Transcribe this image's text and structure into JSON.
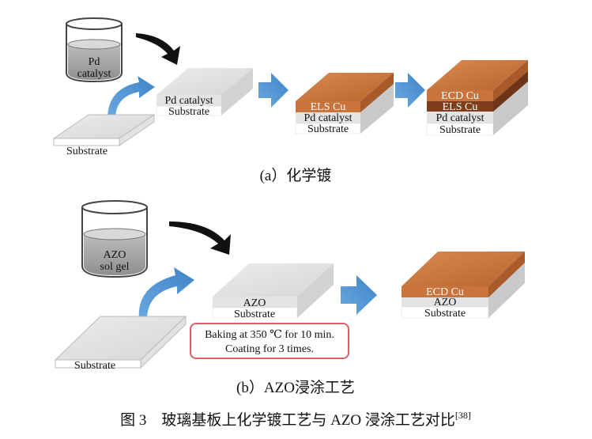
{
  "panel_a": {
    "beaker": [
      "Pd",
      "catalyst"
    ],
    "substrate_label": "Substrate",
    "step2": [
      "Pd catalyst",
      "Substrate"
    ],
    "step3": [
      "ELS Cu",
      "Pd catalyst",
      "Substrate"
    ],
    "step4": [
      "ECD Cu",
      "ELS Cu",
      "Pd catalyst",
      "Substrate"
    ],
    "caption": "(a）化学镀"
  },
  "panel_b": {
    "beaker": [
      "AZO",
      "sol gel"
    ],
    "substrate_label": "Substrate",
    "step2": [
      "AZO",
      "Substrate"
    ],
    "note": [
      "Baking at 350 ℃ for 10 min.",
      "Coating for 3 times."
    ],
    "step3": [
      "ECD Cu",
      "AZO",
      "Substrate"
    ],
    "caption": "(b）AZO浸涂工艺"
  },
  "figure": {
    "caption": "图 3　玻璃基板上化学镀工艺与 AZO 浸涂工艺对比",
    "ref": "[38]"
  },
  "colors": {
    "arrow_blue": "#4a8ed0",
    "copper": "#c8743c",
    "copper_dark": "#8a4420",
    "slab_grey": "#cfcfd1",
    "note_border": "#d9626a"
  }
}
